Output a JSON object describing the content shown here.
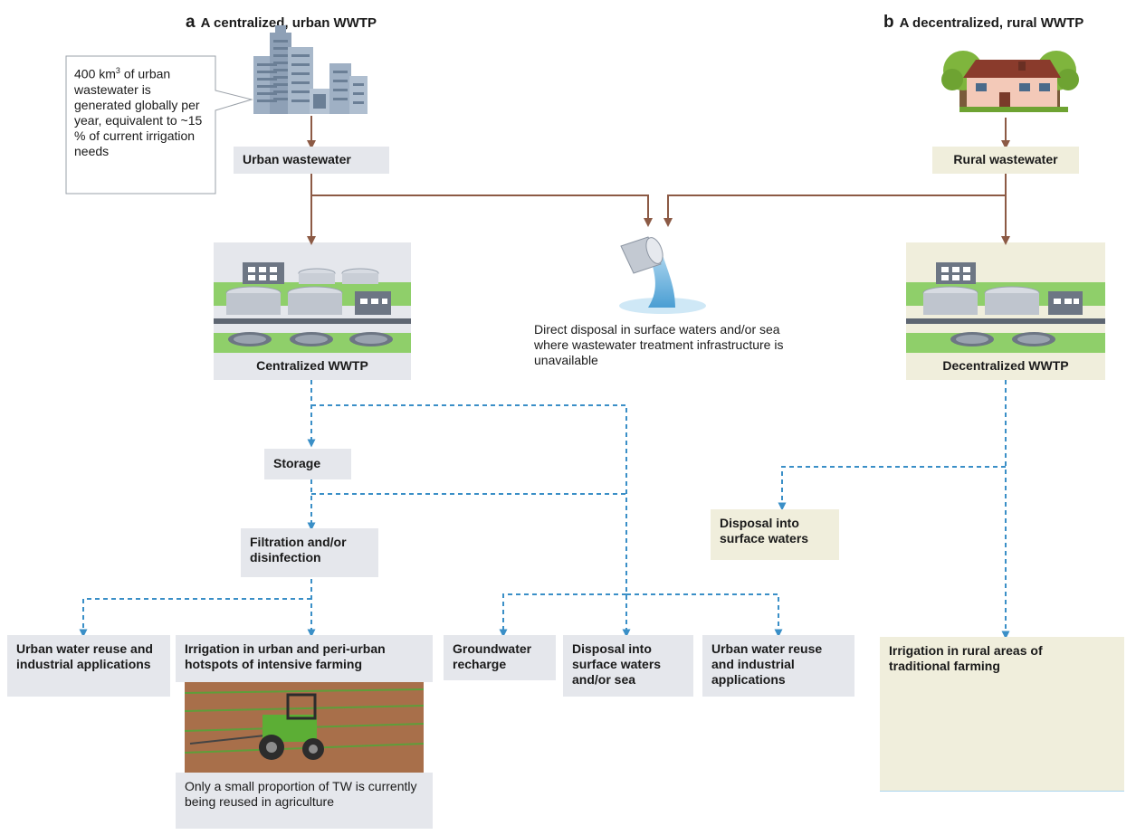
{
  "panel_a": {
    "letter": "a",
    "title": "A centralized, urban WWTP",
    "callout_pre": "400 km",
    "callout_sup": "3",
    "callout_post": " of urban wastewater is generated globally per year, equivalent to ~15 % of current irrigation needs",
    "urban_wastewater": "Urban wastewater",
    "centralized_wwtp": "Centralized WWTP",
    "storage": "Storage",
    "filtration": "Filtration and/or disinfection",
    "urban_reuse_1": "Urban water reuse and industrial applications",
    "irrigation_urban": "Irrigation in urban and peri-urban hotspots of intensive farming",
    "tw_note": "Only a small proportion of TW is currently being reused in agriculture",
    "groundwater": "Groundwater recharge",
    "disposal_sea": "Disposal into surface waters and/or sea",
    "urban_reuse_2": "Urban water reuse and industrial applications"
  },
  "center": {
    "direct_disposal": "Direct disposal in surface waters and/or sea where wastewater treatment infrastructure is unavailable"
  },
  "panel_b": {
    "letter": "b",
    "title": "A decentralized, rural WWTP",
    "rural_wastewater": "Rural wastewater",
    "decentralized_wwtp": "Decentralized WWTP",
    "disposal_surface": "Disposal into surface waters",
    "irrigation_rural": "Irrigation in rural areas of traditional farming"
  },
  "colors": {
    "solid_arrow": "#8c5a45",
    "dashed_arrow": "#3a8fc7",
    "gray_box": "#e5e7ec",
    "beige_box": "#f0eedc"
  }
}
